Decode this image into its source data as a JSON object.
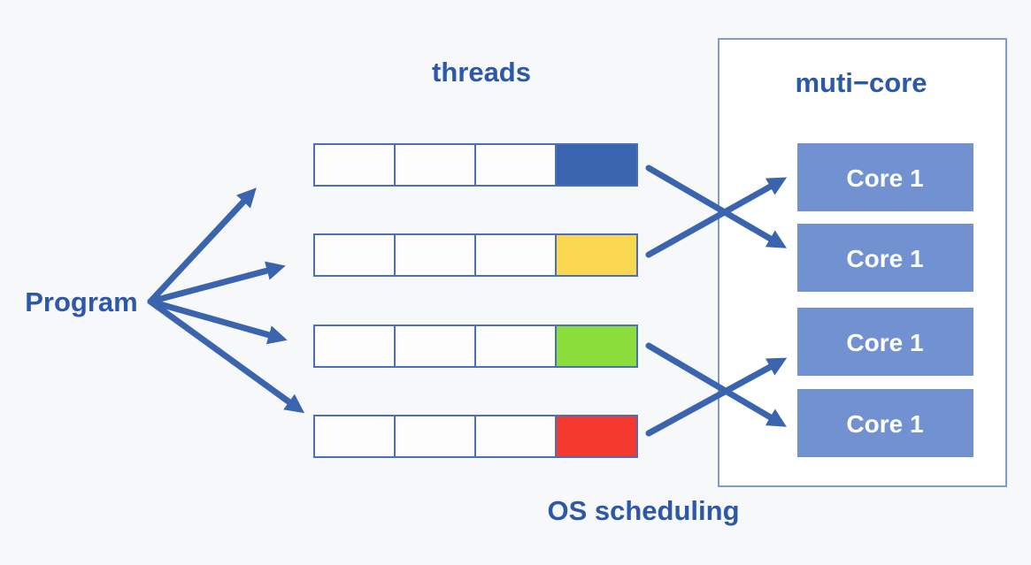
{
  "diagram": {
    "labels": {
      "program": "Program",
      "threads": "threads",
      "multicore": "muti−core",
      "os_scheduling": "OS scheduling"
    },
    "threads": [
      {
        "id": "thread-1",
        "slots": 4,
        "active_slot_color": "#3a64ae"
      },
      {
        "id": "thread-2",
        "slots": 4,
        "active_slot_color": "#f9d84f"
      },
      {
        "id": "thread-3",
        "slots": 4,
        "active_slot_color": "#8add3a"
      },
      {
        "id": "thread-4",
        "slots": 4,
        "active_slot_color": "#f6392e"
      }
    ],
    "cores": [
      {
        "label": "Core 1"
      },
      {
        "label": "Core 1"
      },
      {
        "label": "Core 1"
      },
      {
        "label": "Core 1"
      }
    ],
    "colors": {
      "background": "#f7f8f9",
      "arrow": "#3a64ae",
      "cell_border": "#4a70bc",
      "cell_fill": "#fdfdfe",
      "core_fill": "#7191d1",
      "core_text": "#ffffff",
      "outer_box_border": "#7d9bd7",
      "outer_box_fill": "#ffffff",
      "label_text": "#2d58a8"
    }
  }
}
